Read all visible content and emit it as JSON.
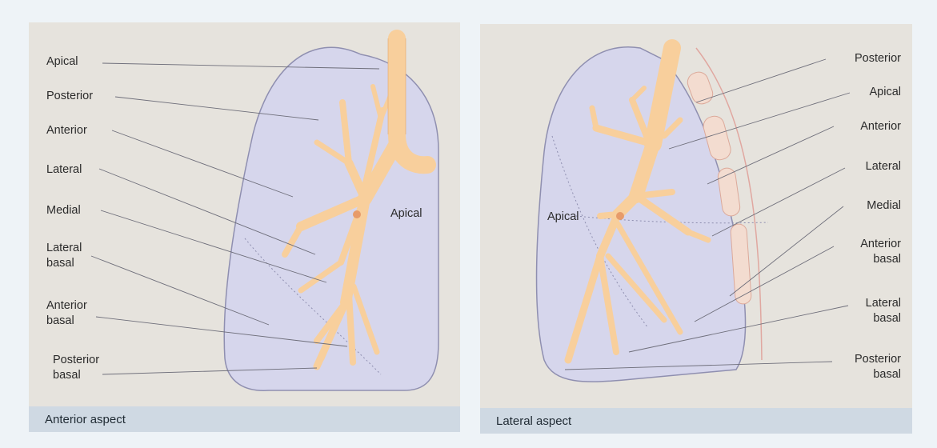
{
  "anterior_panel": {
    "caption": "Anterior aspect",
    "labels": {
      "apical": "Apical",
      "posterior": "Posterior",
      "anterior": "Anterior",
      "lateral": "Lateral",
      "medial": "Medial",
      "lateral_basal_1": "Lateral",
      "lateral_basal_2": "basal",
      "anterior_basal_1": "Anterior",
      "anterior_basal_2": "basal",
      "posterior_basal_1": "Posterior",
      "posterior_basal_2": "basal",
      "apical_lower": "Apical"
    }
  },
  "lateral_panel": {
    "caption": "Lateral aspect",
    "labels": {
      "posterior": "Posterior",
      "apical": "Apical",
      "anterior": "Anterior",
      "lateral": "Lateral",
      "medial": "Medial",
      "anterior_basal_1": "Anterior",
      "anterior_basal_2": "basal",
      "lateral_basal_1": "Lateral",
      "lateral_basal_2": "basal",
      "posterior_basal_1": "Posterior",
      "posterior_basal_2": "basal",
      "apical_lower": "Apical"
    }
  },
  "colors": {
    "lung_fill": "#d6d6ec",
    "lung_stroke": "#8f8fb0",
    "airway": "#f8cf9c",
    "airway_stroke": "#e3a768",
    "rib": "#f3dcd0",
    "leader": "#6e6e7a"
  }
}
